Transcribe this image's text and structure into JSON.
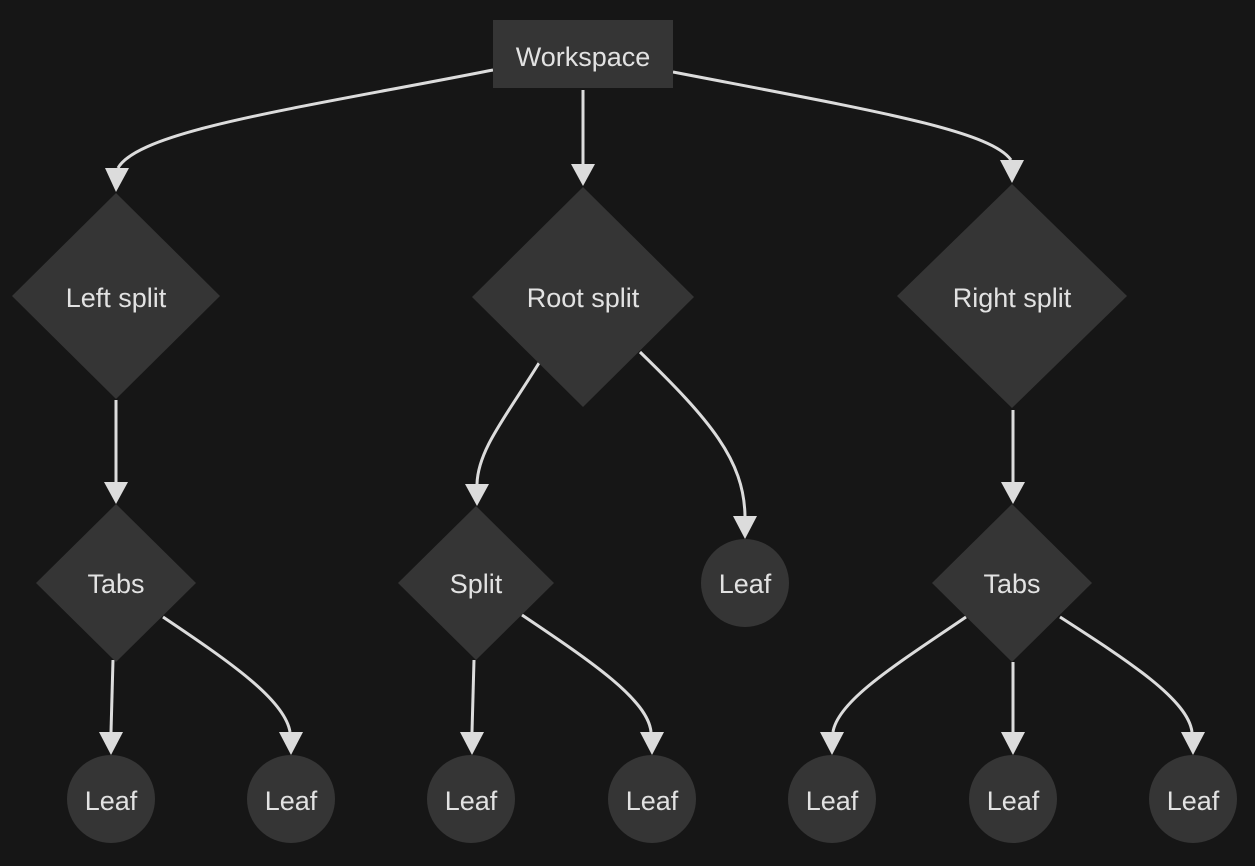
{
  "diagram": {
    "type": "tree",
    "colors": {
      "background": "#161616",
      "node": "#353535",
      "edge": "#dcdcdc",
      "text": "#e2e2e2"
    },
    "nodes": {
      "workspace": {
        "label": "Workspace",
        "shape": "rect"
      },
      "left_split": {
        "label": "Left split",
        "shape": "diamond"
      },
      "root_split": {
        "label": "Root split",
        "shape": "diamond"
      },
      "right_split": {
        "label": "Right split",
        "shape": "diamond"
      },
      "left_tabs": {
        "label": "Tabs",
        "shape": "diamond"
      },
      "inner_split": {
        "label": "Split",
        "shape": "diamond"
      },
      "root_leaf": {
        "label": "Leaf",
        "shape": "circle"
      },
      "right_tabs": {
        "label": "Tabs",
        "shape": "diamond"
      },
      "leaf_1": {
        "label": "Leaf",
        "shape": "circle"
      },
      "leaf_2": {
        "label": "Leaf",
        "shape": "circle"
      },
      "leaf_3": {
        "label": "Leaf",
        "shape": "circle"
      },
      "leaf_4": {
        "label": "Leaf",
        "shape": "circle"
      },
      "leaf_5": {
        "label": "Leaf",
        "shape": "circle"
      },
      "leaf_6": {
        "label": "Leaf",
        "shape": "circle"
      },
      "leaf_7": {
        "label": "Leaf",
        "shape": "circle"
      }
    },
    "edges": [
      [
        "workspace",
        "left_split"
      ],
      [
        "workspace",
        "root_split"
      ],
      [
        "workspace",
        "right_split"
      ],
      [
        "left_split",
        "left_tabs"
      ],
      [
        "root_split",
        "inner_split"
      ],
      [
        "root_split",
        "root_leaf"
      ],
      [
        "right_split",
        "right_tabs"
      ],
      [
        "left_tabs",
        "leaf_1"
      ],
      [
        "left_tabs",
        "leaf_2"
      ],
      [
        "inner_split",
        "leaf_3"
      ],
      [
        "inner_split",
        "leaf_4"
      ],
      [
        "right_tabs",
        "leaf_5"
      ],
      [
        "right_tabs",
        "leaf_6"
      ],
      [
        "right_tabs",
        "leaf_7"
      ]
    ]
  }
}
